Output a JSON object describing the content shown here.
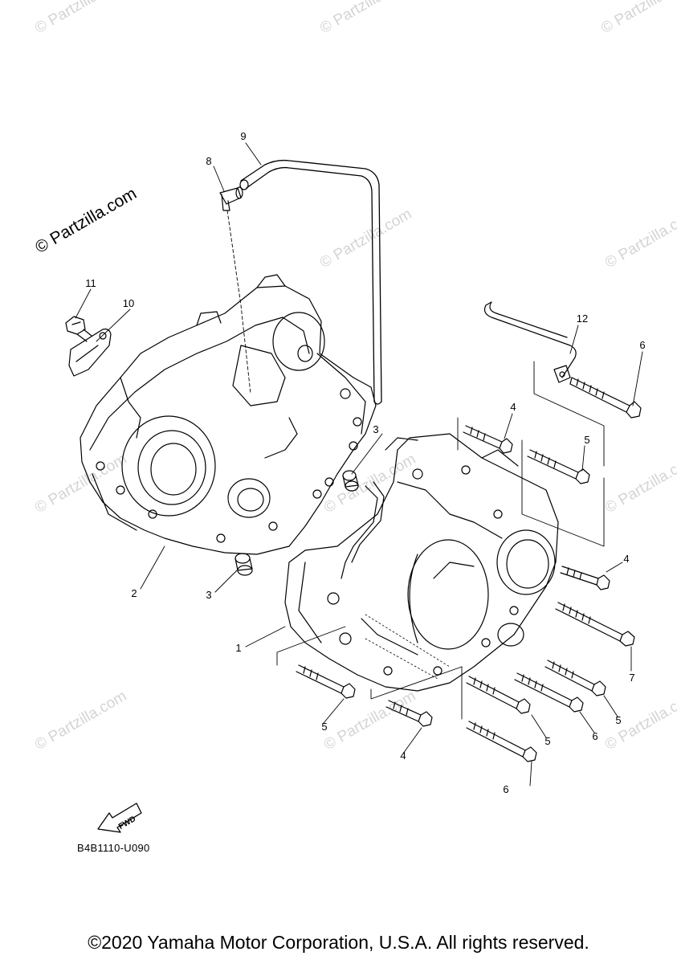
{
  "watermark": {
    "text": "© Partzilla.com",
    "color": "#d4d4d4"
  },
  "brand_watermark": "© Partzilla.com",
  "callouts": {
    "c1": "1",
    "c2": "2",
    "c3a": "3",
    "c3b": "3",
    "c4a": "4",
    "c4b": "4",
    "c4c": "4",
    "c5a": "5",
    "c5b": "5",
    "c5c": "5",
    "c5d": "5",
    "c6a": "6",
    "c6b": "6",
    "c6c": "6",
    "c7": "7",
    "c8": "8",
    "c9": "9",
    "c10": "10",
    "c11": "11",
    "c12": "12"
  },
  "fwd_label": "FWD",
  "diagram_code": "B4B1110-U090",
  "copyright": "©2020 Yamaha Motor Corporation, U.S.A. All rights reserved."
}
